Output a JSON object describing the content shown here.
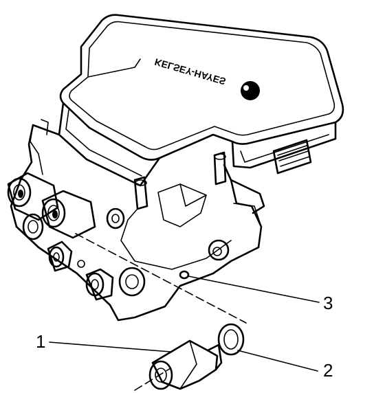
{
  "diagram": {
    "brand_text": "KELSEY-HAYES",
    "callouts": [
      {
        "id": "1",
        "label": "1"
      },
      {
        "id": "2",
        "label": "2"
      },
      {
        "id": "3",
        "label": "3"
      }
    ],
    "colors": {
      "ink": "#000000",
      "paper": "#ffffff"
    }
  }
}
